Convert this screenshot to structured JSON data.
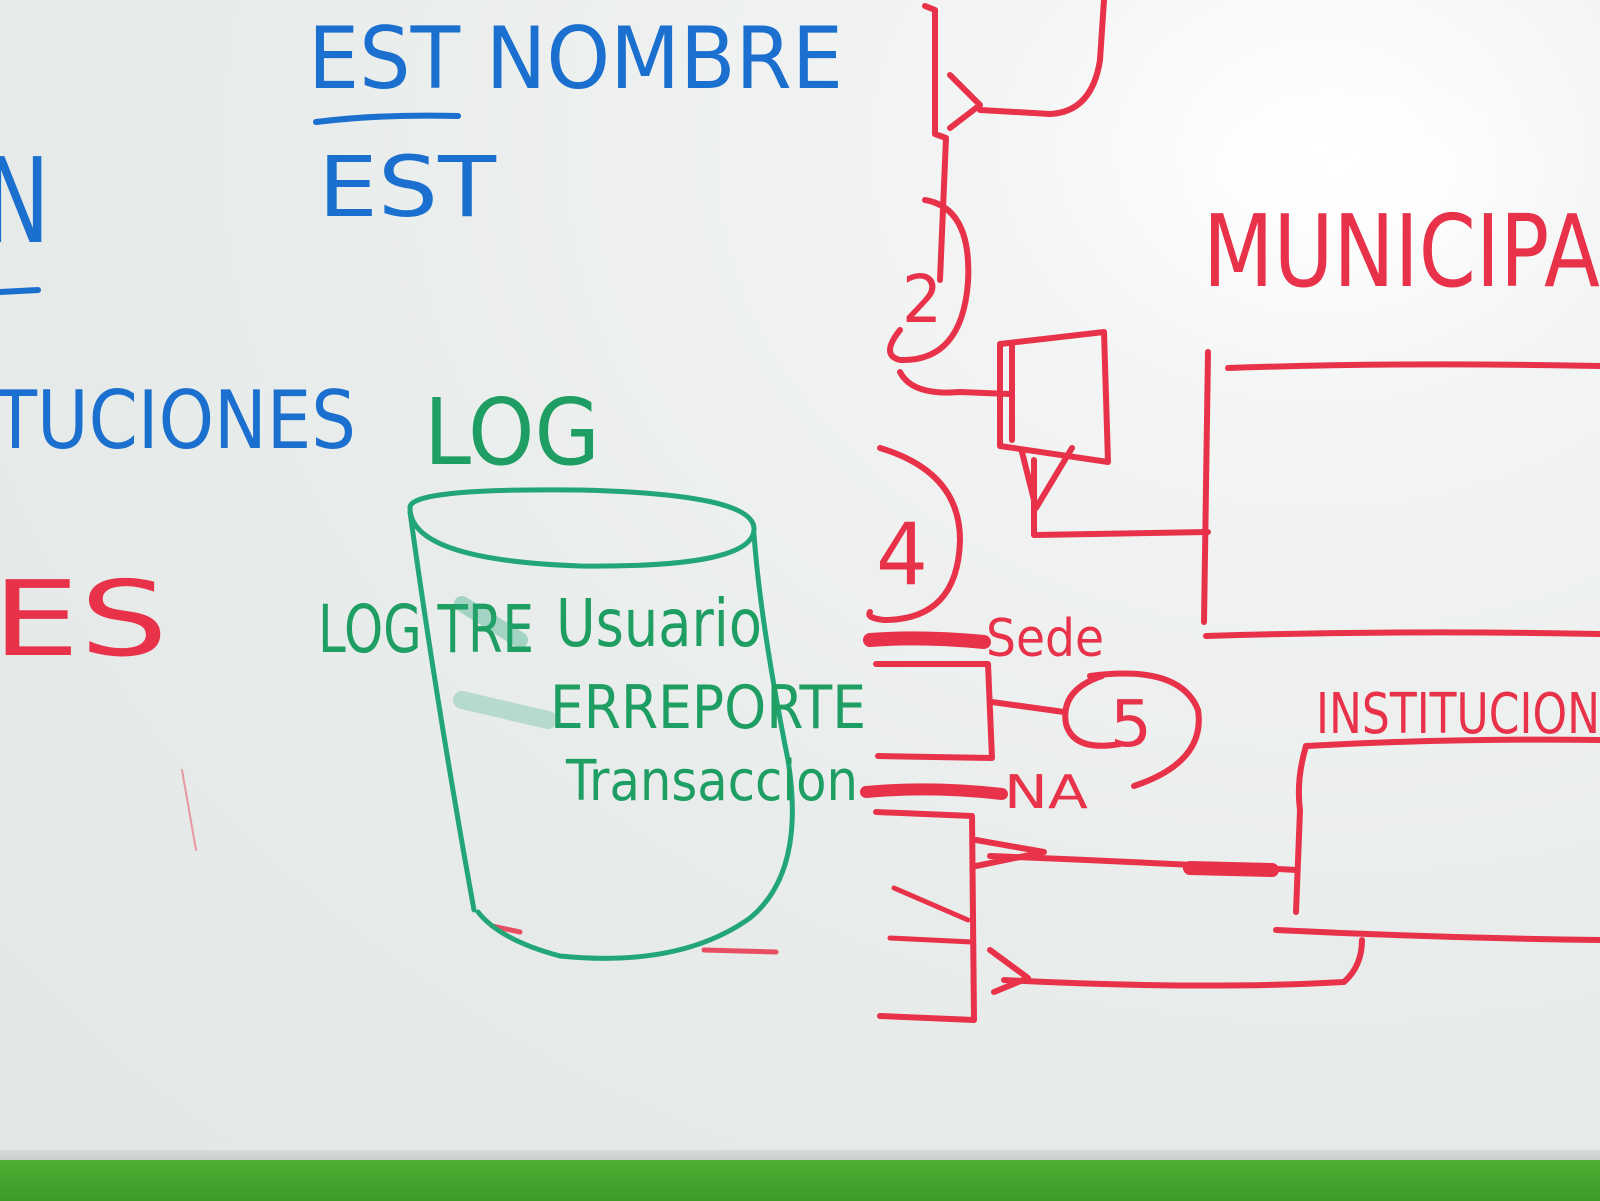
{
  "whiteboard": {
    "blue_text": {
      "top_heading": "EST NOMBRE",
      "sub_heading": "EST",
      "left_fragment": "N",
      "mid_left": "TUCIONES"
    },
    "red_text": {
      "left_fragment": "ES",
      "municipality": "MUNICIPA",
      "institution": "INSTITUCION",
      "sede": "Sede",
      "na": "NA",
      "circle_4": "4",
      "circle_5": "5",
      "circle_2": "2"
    },
    "green_text": {
      "log_heading": "LOG",
      "log_table": "LOG TRE",
      "col_usuario": "Usuario",
      "col_erreporte": "ERREPORTE",
      "col_transaccion": "Transaccion"
    }
  },
  "colors": {
    "blue_marker": "#1a6fcf",
    "red_marker": "#e8324a",
    "green_marker": "#1e9e62",
    "tray": "#46a52d"
  }
}
